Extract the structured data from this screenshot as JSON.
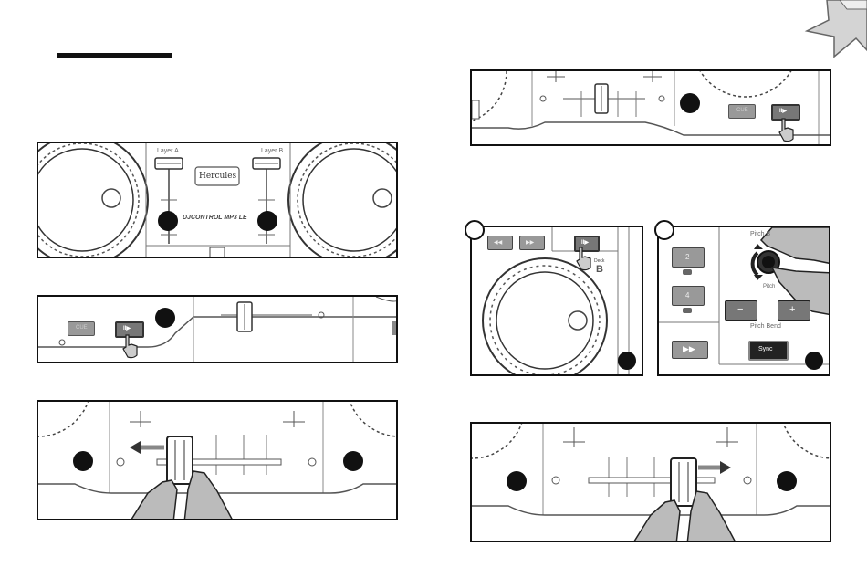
{
  "brand": {
    "logo": "Hercules",
    "model": "DJCONTROL MP3 LE"
  },
  "labels": {
    "layer_a": "Layer A",
    "layer_b": "Layer B",
    "deck": "Deck",
    "deck_letter": "B",
    "pitch_top": "Pitch B",
    "pitch_side": "Pitch",
    "pitch_bend": "Pitch Bend",
    "sync": "Sync",
    "cue": "CUE",
    "play": "II▶",
    "rew": "◀◀",
    "fwd": "▶▶",
    "pad_2": "2",
    "pad_4": "4",
    "minus": "−",
    "plus": "+",
    "fastfwd": "▶▶"
  },
  "colors": {
    "border": "#111111",
    "line": "#555555",
    "hand_fill": "#bbbbbb",
    "button_fill": "#777777",
    "marker": "#111111"
  },
  "icons": [
    "star-icon",
    "hand-pointer-icon",
    "arrow-left-icon",
    "arrow-right-icon",
    "rotate-arrow-icon"
  ]
}
